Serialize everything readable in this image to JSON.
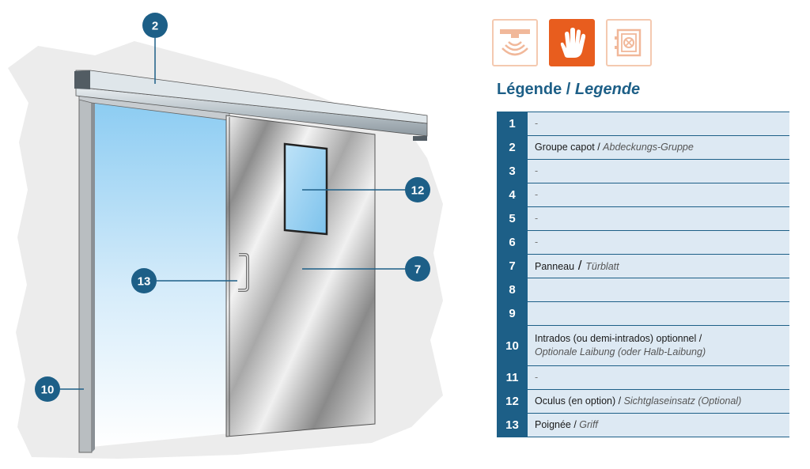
{
  "icons": [
    {
      "name": "sensor-icon",
      "active": false
    },
    {
      "name": "hand-icon",
      "active": true
    },
    {
      "name": "safe-icon",
      "active": false
    }
  ],
  "legend": {
    "title_fr": "Légende",
    "separator": " / ",
    "title_de": "Legende"
  },
  "rows": [
    {
      "num": "1",
      "fr": "",
      "sep": "",
      "de": "",
      "dash": "-"
    },
    {
      "num": "2",
      "fr": "Groupe capot",
      "sep": " / ",
      "de": "Abdeckungs-Gruppe",
      "dash": ""
    },
    {
      "num": "3",
      "fr": "",
      "sep": "",
      "de": "",
      "dash": "-"
    },
    {
      "num": "4",
      "fr": "",
      "sep": "",
      "de": "",
      "dash": "-"
    },
    {
      "num": "5",
      "fr": "",
      "sep": "",
      "de": "",
      "dash": "-"
    },
    {
      "num": "6",
      "fr": "",
      "sep": "",
      "de": "",
      "dash": "-"
    },
    {
      "num": "7",
      "fr": "Panneau",
      "sep": " / ",
      "de": "Türblatt",
      "dash": ""
    },
    {
      "num": "8",
      "fr": "",
      "sep": "",
      "de": "",
      "dash": ""
    },
    {
      "num": "9",
      "fr": "",
      "sep": "",
      "de": "",
      "dash": ""
    },
    {
      "num": "10",
      "fr": "Intrados (ou demi-intrados) optionnel /",
      "sep": "",
      "de": "Optionale Laibung (oder Halb-Laibung)",
      "dash": ""
    },
    {
      "num": "11",
      "fr": "",
      "sep": "",
      "de": "",
      "dash": "-"
    },
    {
      "num": "12",
      "fr": "Oculus (en option)",
      "sep": " / ",
      "de": "Sichtglaseinsatz (Optional)",
      "dash": ""
    },
    {
      "num": "13",
      "fr": "Poignée",
      "sep": " / ",
      "de": "Griff",
      "dash": ""
    }
  ],
  "callouts": [
    {
      "num": "2"
    },
    {
      "num": "12"
    },
    {
      "num": "7"
    },
    {
      "num": "13"
    },
    {
      "num": "10"
    }
  ],
  "colors": {
    "accent_blue": "#1d5f87",
    "row_bg": "#dde9f3",
    "accent_orange": "#e85d1e"
  }
}
